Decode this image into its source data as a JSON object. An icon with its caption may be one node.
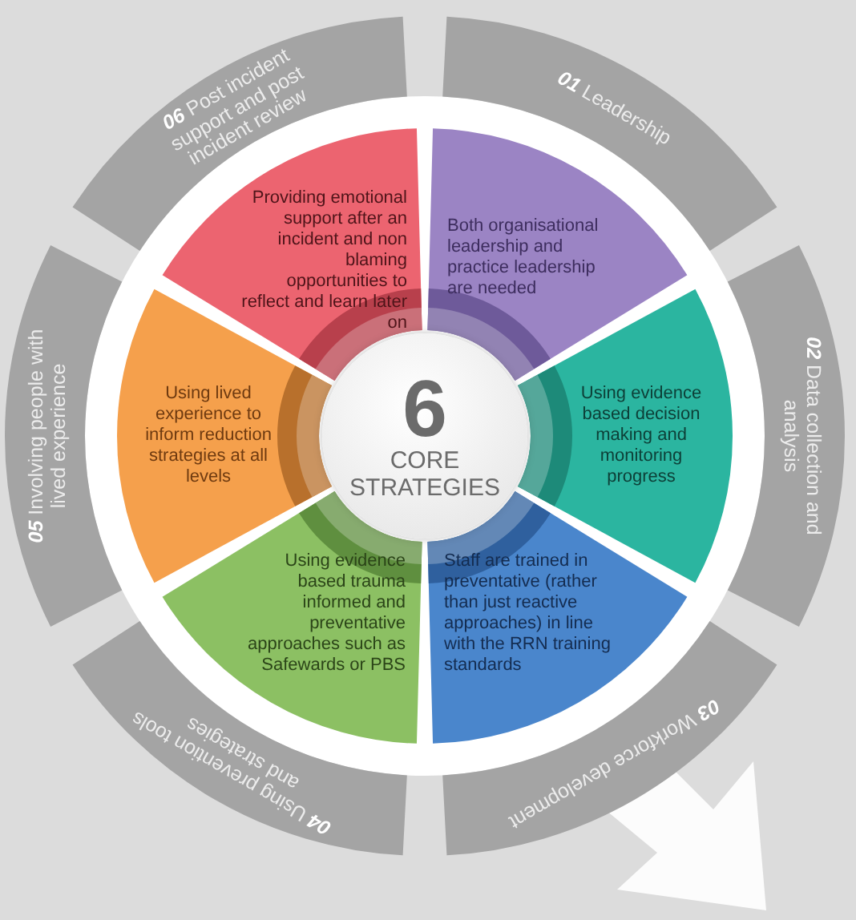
{
  "diagram": {
    "nodes": [
      {
        "text": [
          "**01** Leadership"
        ]
      },
      {
        "text": [
          "**02** Data collection and analysis"
        ]
      },
      {
        "text": [
          "**03** Workforce development"
        ]
      },
      {
        "text": [
          "**04** Using prevention tools and strategies"
        ]
      },
      {
        "text": [
          "**05** Involving people with lived experience"
        ]
      },
      {
        "text": [
          "**06** Post incident support and post incident review"
        ]
      },
      {
        "text": [
          "Both organisational leadership and practice leadership are needed"
        ]
      },
      {
        "text": [
          "Using evidence based decision making and monitoring progress"
        ]
      },
      {
        "text": [
          "Staff are trained in preventative (rather than just reactive approaches) in line with the RRN training standards"
        ]
      },
      {
        "text": [
          "Using evidence based trauma informed and preventative approaches such as Safewards or PBS"
        ]
      },
      {
        "text": [
          "Using lived experience to inform reduction strategies at all levels"
        ]
      },
      {
        "text": [
          "Providing emotional support after an incident and non blaming opportunities to reflect and learn later on"
        ]
      },
      {
        "text": [
          "6",
          "CORE STRATEGIES"
        ]
      }
    ]
  }
}
